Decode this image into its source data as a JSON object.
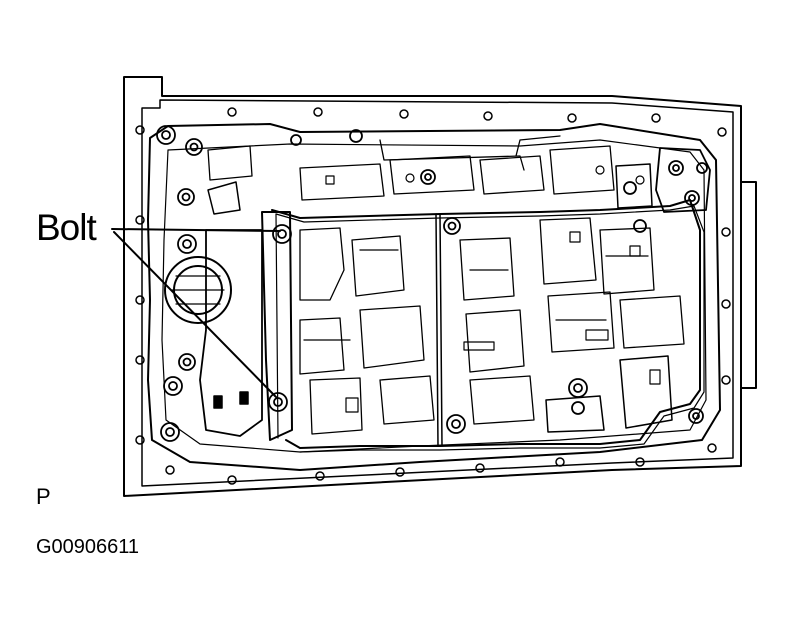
{
  "labels": {
    "callout": "Bolt",
    "view": "P",
    "figure_id": "G00906611"
  },
  "colors": {
    "line": "#000000",
    "background": "#ffffff"
  }
}
